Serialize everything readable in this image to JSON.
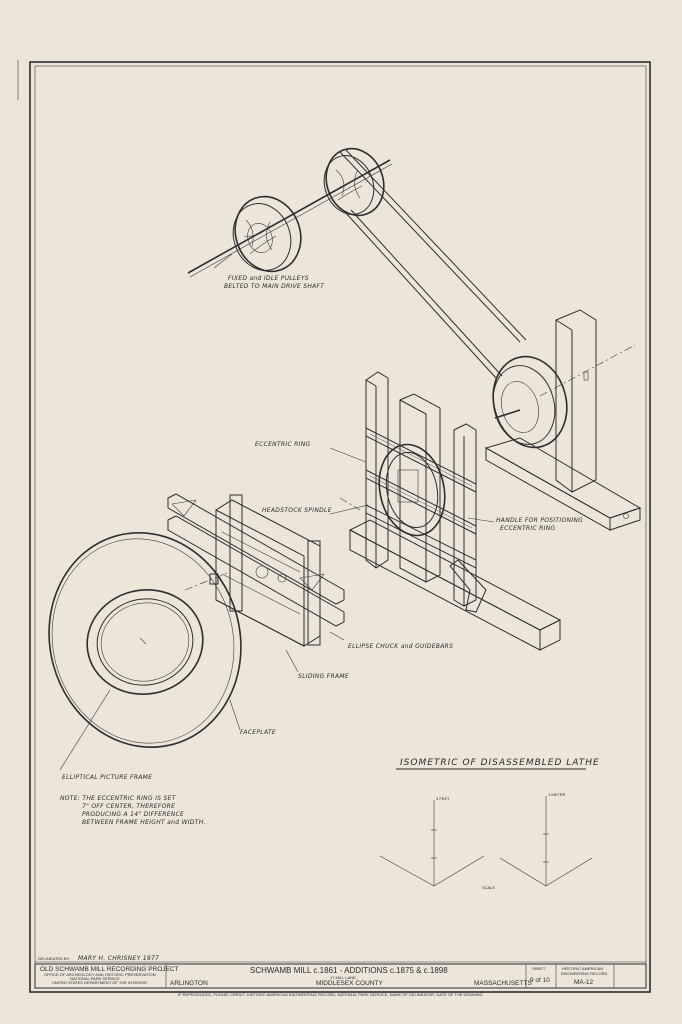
{
  "labels": {
    "pulleys_line1": "FIXED and IDLE PULLEYS",
    "pulleys_line2": "BELTED TO MAIN DRIVE SHAFT",
    "eccentric_ring": "ECCENTRIC RING",
    "headstock_spindle": "HEADSTOCK SPINDLE",
    "handle_line1": "HANDLE FOR POSITIONING",
    "handle_line2": "ECCENTRIC RING",
    "ellipse_chuck": "ELLIPSE CHUCK and GUIDEBARS",
    "sliding_frame": "SLIDING FRAME",
    "faceplate": "FACEPLATE",
    "elliptical_frame": "ELLIPTICAL PICTURE FRAME"
  },
  "drawing_title": "ISOMETRIC OF DISASSEMBLED LATHE",
  "note": {
    "line1": "NOTE: THE ECCENTRIC RING IS SET",
    "line2": "7\" OFF CENTER, THEREFORE",
    "line3": "PRODUCING A 14\" DIFFERENCE",
    "line4": "BETWEEN FRAME HEIGHT and WIDTH."
  },
  "scales": {
    "left_label": "3 FEET",
    "right_label": "1 METER",
    "caption": "SCALE"
  },
  "title_block": {
    "delineated_label": "DELINEATED BY:",
    "delineated_by": "MARY H. CHRISNEY 1977",
    "project": "OLD SCHWAMB MILL RECORDING PROJECT",
    "office": "OFFICE OF ARCHEOLOGY AND HISTORIC PRESERVATION",
    "service": "NATIONAL PARK SERVICE",
    "department": "UNITED STATES DEPARTMENT OF THE INTERIOR",
    "mill_title": "SCHWAMB MILL c.1861 - ADDITIONS c.1875 & c.1898",
    "address": "17 MILL LANE",
    "city": "ARLINGTON",
    "county": "MIDDLESEX COUNTY",
    "state": "MASSACHUSETTS",
    "sheet_label": "SHEET",
    "sheet_number": "9 of 10",
    "record_line1": "HISTORIC AMERICAN",
    "record_line2": "ENGINEERING RECORD",
    "record_number": "MA-12"
  },
  "credit": "IF REPRODUCED, PLEASE CREDIT: HISTORIC AMERICAN ENGINEERING RECORD, NATIONAL PARK SERVICE, NAME OF DELINEATOR, DATE OF THE DRAWING"
}
